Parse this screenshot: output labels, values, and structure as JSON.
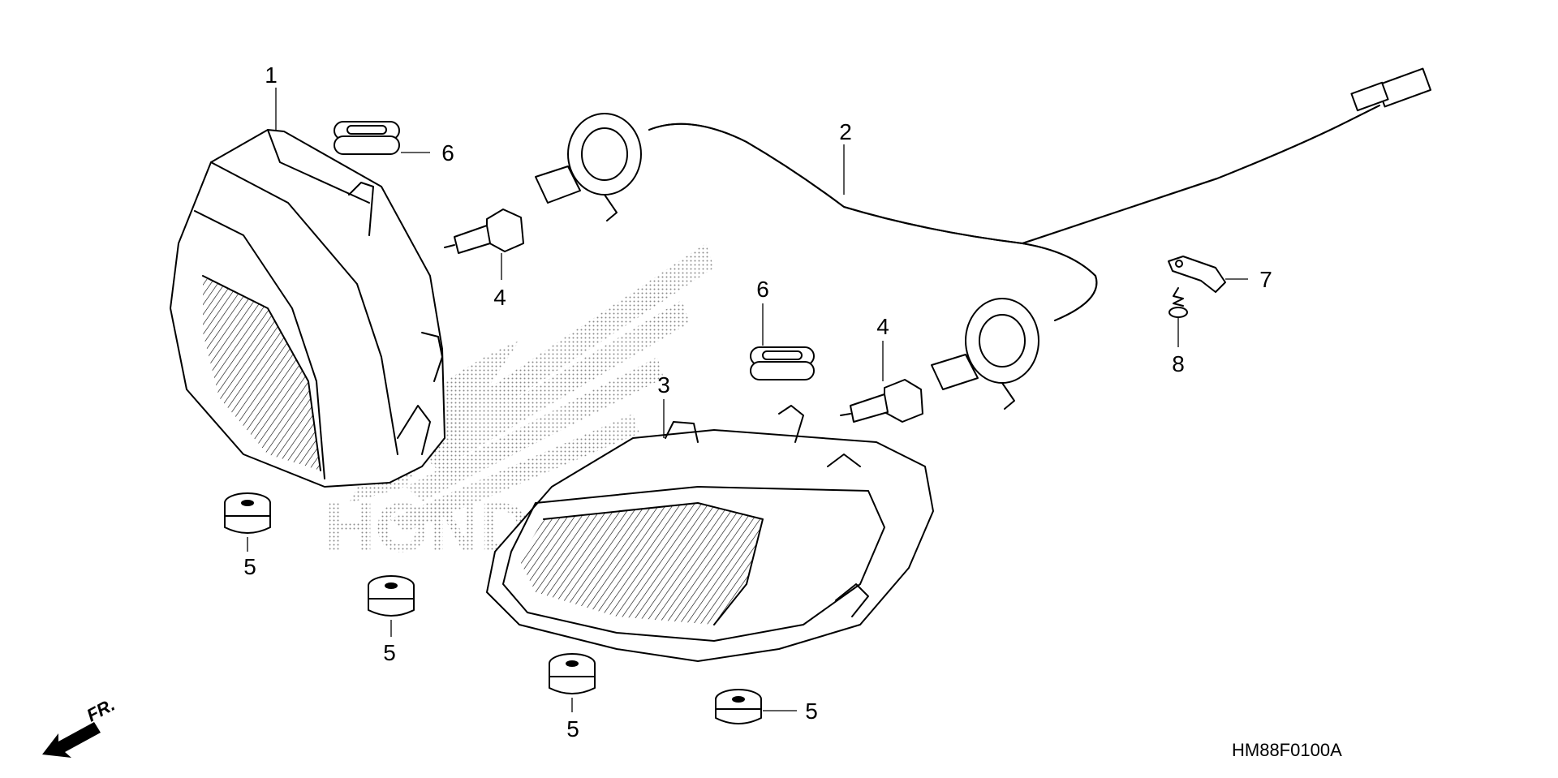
{
  "diagram": {
    "part_code": "HM88F0100A",
    "front_label": "FR.",
    "callouts": [
      {
        "id": "c1",
        "label": "1"
      },
      {
        "id": "c2",
        "label": "2"
      },
      {
        "id": "c3",
        "label": "3"
      },
      {
        "id": "c4a",
        "label": "4"
      },
      {
        "id": "c4b",
        "label": "4"
      },
      {
        "id": "c5a",
        "label": "5"
      },
      {
        "id": "c5b",
        "label": "5"
      },
      {
        "id": "c5c",
        "label": "5"
      },
      {
        "id": "c5d",
        "label": "5"
      },
      {
        "id": "c6a",
        "label": "6"
      },
      {
        "id": "c6b",
        "label": "6"
      },
      {
        "id": "c7",
        "label": "7"
      },
      {
        "id": "c8",
        "label": "8"
      }
    ],
    "watermark": {
      "text": "HONDA"
    }
  }
}
